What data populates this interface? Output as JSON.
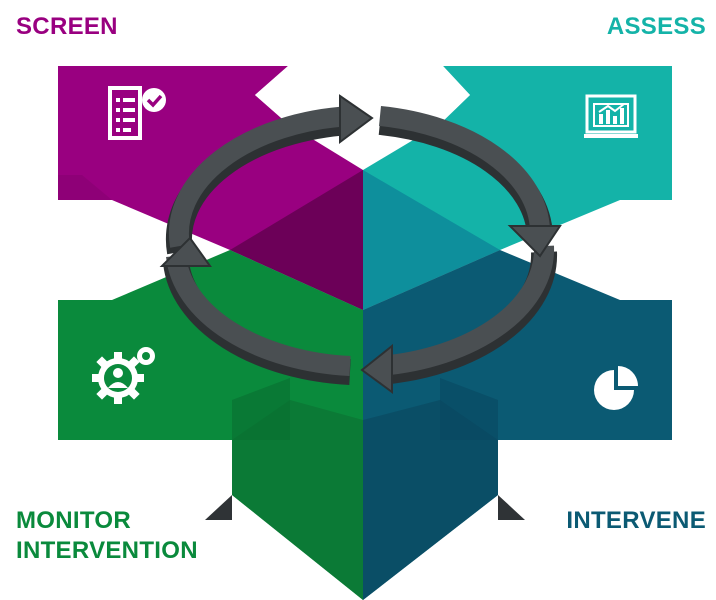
{
  "labels": {
    "screen": "SCREEN",
    "assess": "ASSESS",
    "monitor_line1": "MONITOR",
    "monitor_line2": "INTERVENTION",
    "intervene": "INTERVENE"
  },
  "colors": {
    "screen": "#990080",
    "assess": "#14b3a8",
    "monitor": "#0a8a3c",
    "intervene": "#0b5a73",
    "cycle_arrow": "#4a4f52",
    "cycle_arrow_edge": "#2d3133",
    "icon": "#ffffff",
    "shadow": "#2f3336"
  },
  "icons": {
    "screen": "checklist-icon",
    "assess": "laptop-chart-icon",
    "monitor": "gears-person-icon",
    "intervene": "pie-chart-icon"
  }
}
